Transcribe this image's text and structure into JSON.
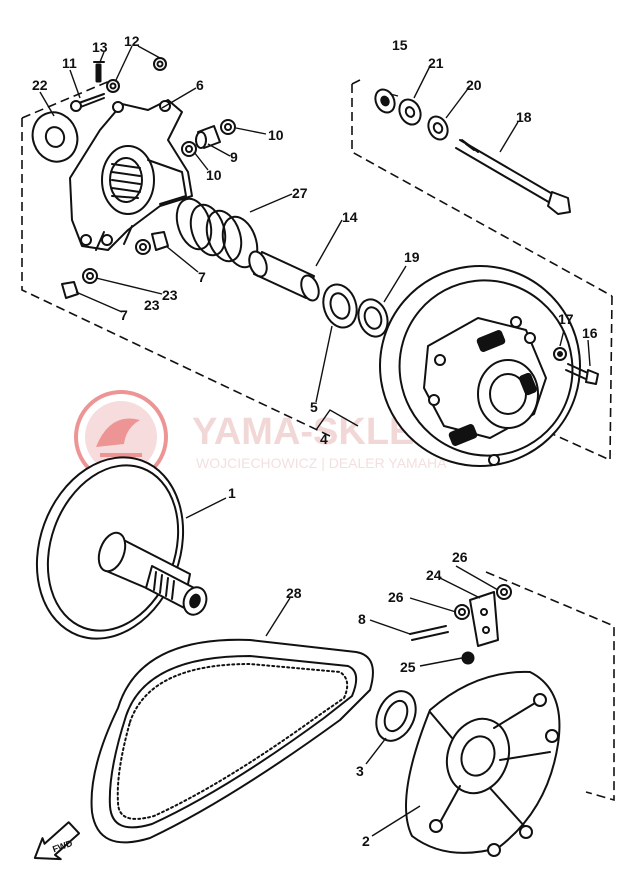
{
  "diagram": {
    "watermark": {
      "brand": "YAMA-SKLEP.PL",
      "subtitle": "WOJCIECHOWICZ | DEALER YAMAHA",
      "logo_icon": "yama-sklep-logo-icon",
      "color": "#e04040"
    },
    "direction_marker": {
      "text": "FWD",
      "icon": "arrow-left-icon"
    },
    "part_labels": {
      "p1": "1",
      "p2": "2",
      "p3": "3",
      "p4": "4",
      "p5": "5",
      "p6": "6",
      "p7a": "7",
      "p7b": "7",
      "p8": "8",
      "p9": "9",
      "p10a": "10",
      "p10b": "10",
      "p11": "11",
      "p12": "12",
      "p13": "13",
      "p14": "14",
      "p15": "15",
      "p16": "16",
      "p17": "17",
      "p18": "18",
      "p19": "19",
      "p20": "20",
      "p21": "21",
      "p22": "22",
      "p23a": "23",
      "p23b": "23",
      "p24": "24",
      "p25": "25",
      "p26a": "26",
      "p26b": "26",
      "p27": "27",
      "p28": "28"
    }
  }
}
